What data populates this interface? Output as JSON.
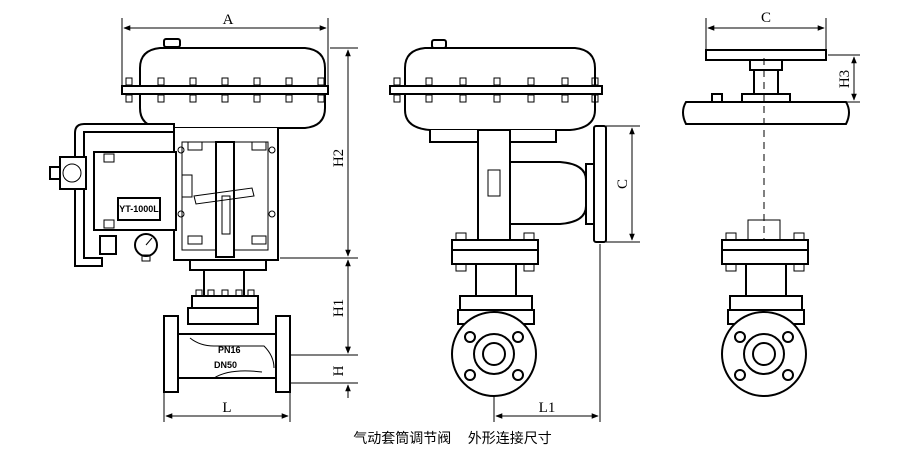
{
  "caption": {
    "product": "气动套筒调节阀",
    "subtitle": "外形连接尺寸"
  },
  "labels": {
    "dim_a": "A",
    "dim_h2": "H2",
    "dim_h1": "H1",
    "dim_h": "H",
    "dim_l": "L",
    "dim_l1": "L1",
    "dim_c_side": "C",
    "dim_c_top": "C",
    "dim_h3": "H3",
    "positioner_model": "YT-1000L",
    "pressure_rating": "PN16",
    "nominal_size": "DN50"
  },
  "colors": {
    "line": "#000000",
    "background": "#ffffff"
  }
}
